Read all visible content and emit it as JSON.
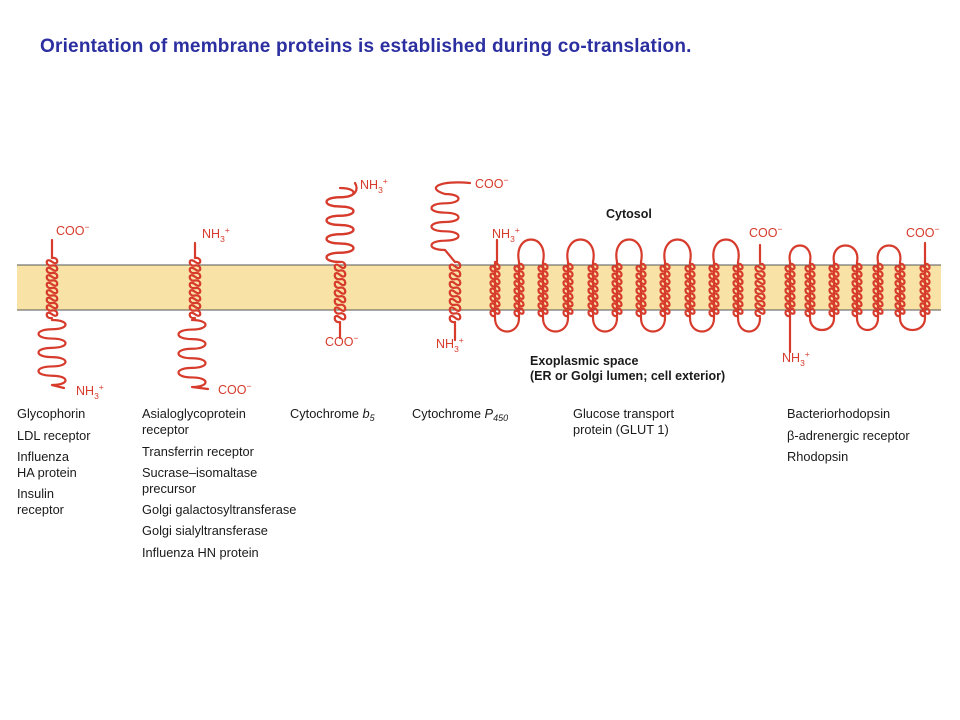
{
  "title": "Orientation of membrane proteins is established during co-translation.",
  "colors": {
    "title": "#2b2fa0",
    "membrane": "#f8e2a6",
    "chain": "#d63b2c",
    "caption": "#1a1a1a"
  },
  "regions": {
    "cytosol": "Cytosol",
    "exoplasmic_line1": "Exoplasmic space",
    "exoplasmic_line2": "(ER or Golgi lumen; cell exterior)"
  },
  "termini": {
    "coo": "COO",
    "nh": "NH",
    "sub3": "3",
    "minus": "−",
    "plus": "+"
  },
  "captions": {
    "glycophorin": [
      "Glycophorin",
      "LDL receptor",
      "Influenza",
      "HA protein",
      "Insulin",
      "receptor"
    ],
    "asialo": [
      "Asialoglycoprotein",
      "receptor",
      "Transferrin receptor",
      "Sucrase–isomaltase",
      "precursor",
      "Golgi galactosyltransferase",
      "Golgi sialyltransferase",
      "Influenza HN protein"
    ],
    "cyt_b5": {
      "text": "Cytochrome ",
      "italic": "b",
      "sub": "5"
    },
    "cyt_p450": {
      "text": "Cytochrome ",
      "italic": "P",
      "sub": "450"
    },
    "glut": [
      "Glucose transport",
      "protein (GLUT 1)"
    ],
    "bacterio": [
      "Bacteriorhodopsin",
      "β-adrenergic receptor",
      "Rhodopsin"
    ]
  }
}
